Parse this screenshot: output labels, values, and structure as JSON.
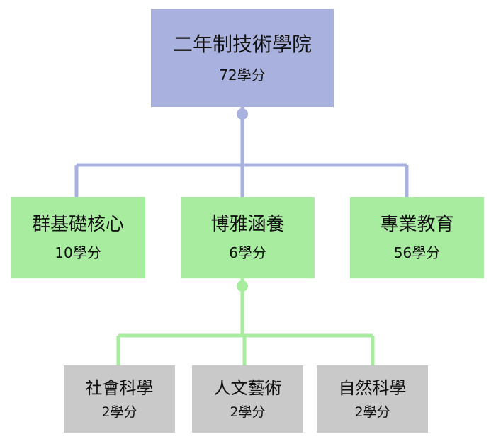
{
  "root": {
    "title": "二年制技術學院",
    "credits": "72學分"
  },
  "children": [
    {
      "title": "群基礎核心",
      "credits": "10學分"
    },
    {
      "title": "博雅涵養",
      "credits": "6學分"
    },
    {
      "title": "專業教育",
      "credits": "56學分"
    }
  ],
  "grandchildren": [
    {
      "title": "社會科學",
      "credits": "2學分"
    },
    {
      "title": "人文藝術",
      "credits": "2學分"
    },
    {
      "title": "自然科學",
      "credits": "2學分"
    }
  ],
  "colors": {
    "root_fill": "#a9b2de",
    "root_connector": "#a9b2de",
    "child_fill": "#a8ec9f",
    "child_connector": "#a8ec9f",
    "leaf_fill": "#c9c9c9"
  }
}
